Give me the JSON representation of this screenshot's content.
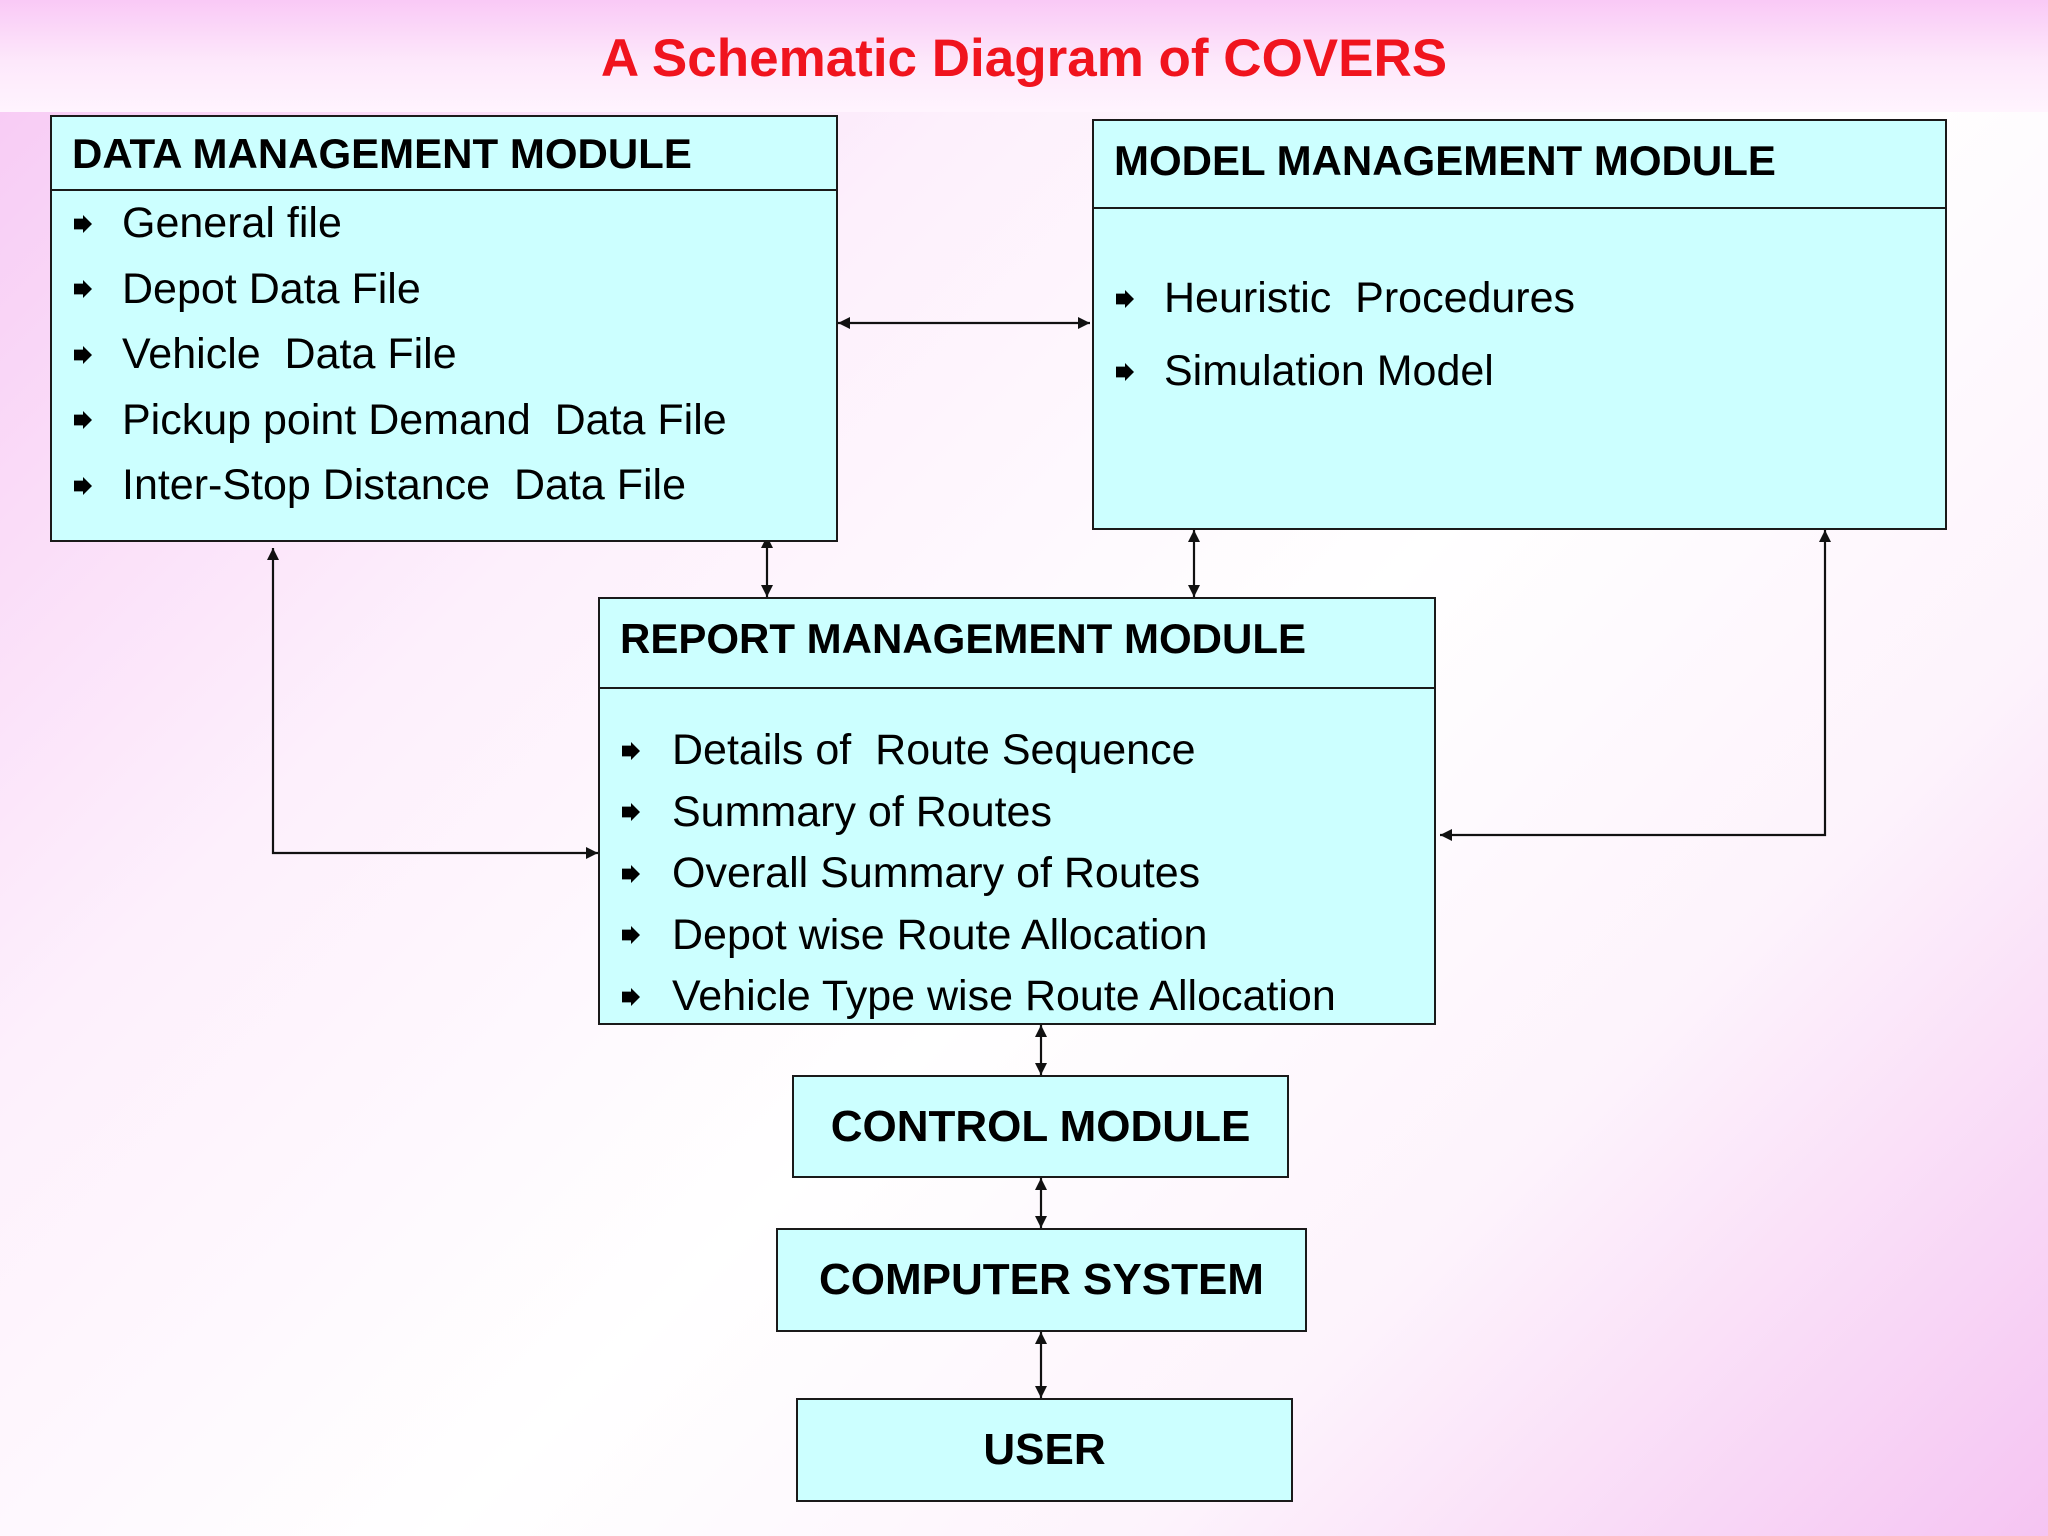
{
  "title": "A Schematic Diagram of COVERS",
  "data_module": {
    "title": "DATA MANAGEMENT MODULE",
    "items": [
      "General file",
      "Depot Data File",
      "Vehicle  Data File",
      "Pickup point Demand  Data File",
      "Inter-Stop Distance  Data File"
    ]
  },
  "model_module": {
    "title": "MODEL MANAGEMENT MODULE",
    "items": [
      "Heuristic  Procedures",
      "Simulation Model"
    ]
  },
  "report_module": {
    "title": "REPORT MANAGEMENT MODULE",
    "items": [
      "Details of  Route Sequence",
      "Summary of Routes",
      "Overall Summary of Routes",
      "Depot wise Route Allocation",
      "Vehicle Type wise Route Allocation"
    ]
  },
  "control_module": {
    "title": "CONTROL MODULE"
  },
  "computer_system": {
    "title": "COMPUTER SYSTEM"
  },
  "user": {
    "title": "USER"
  },
  "colors": {
    "title": "#f0141e",
    "box_fill": "#ccffff",
    "border": "#1a1a1a"
  }
}
